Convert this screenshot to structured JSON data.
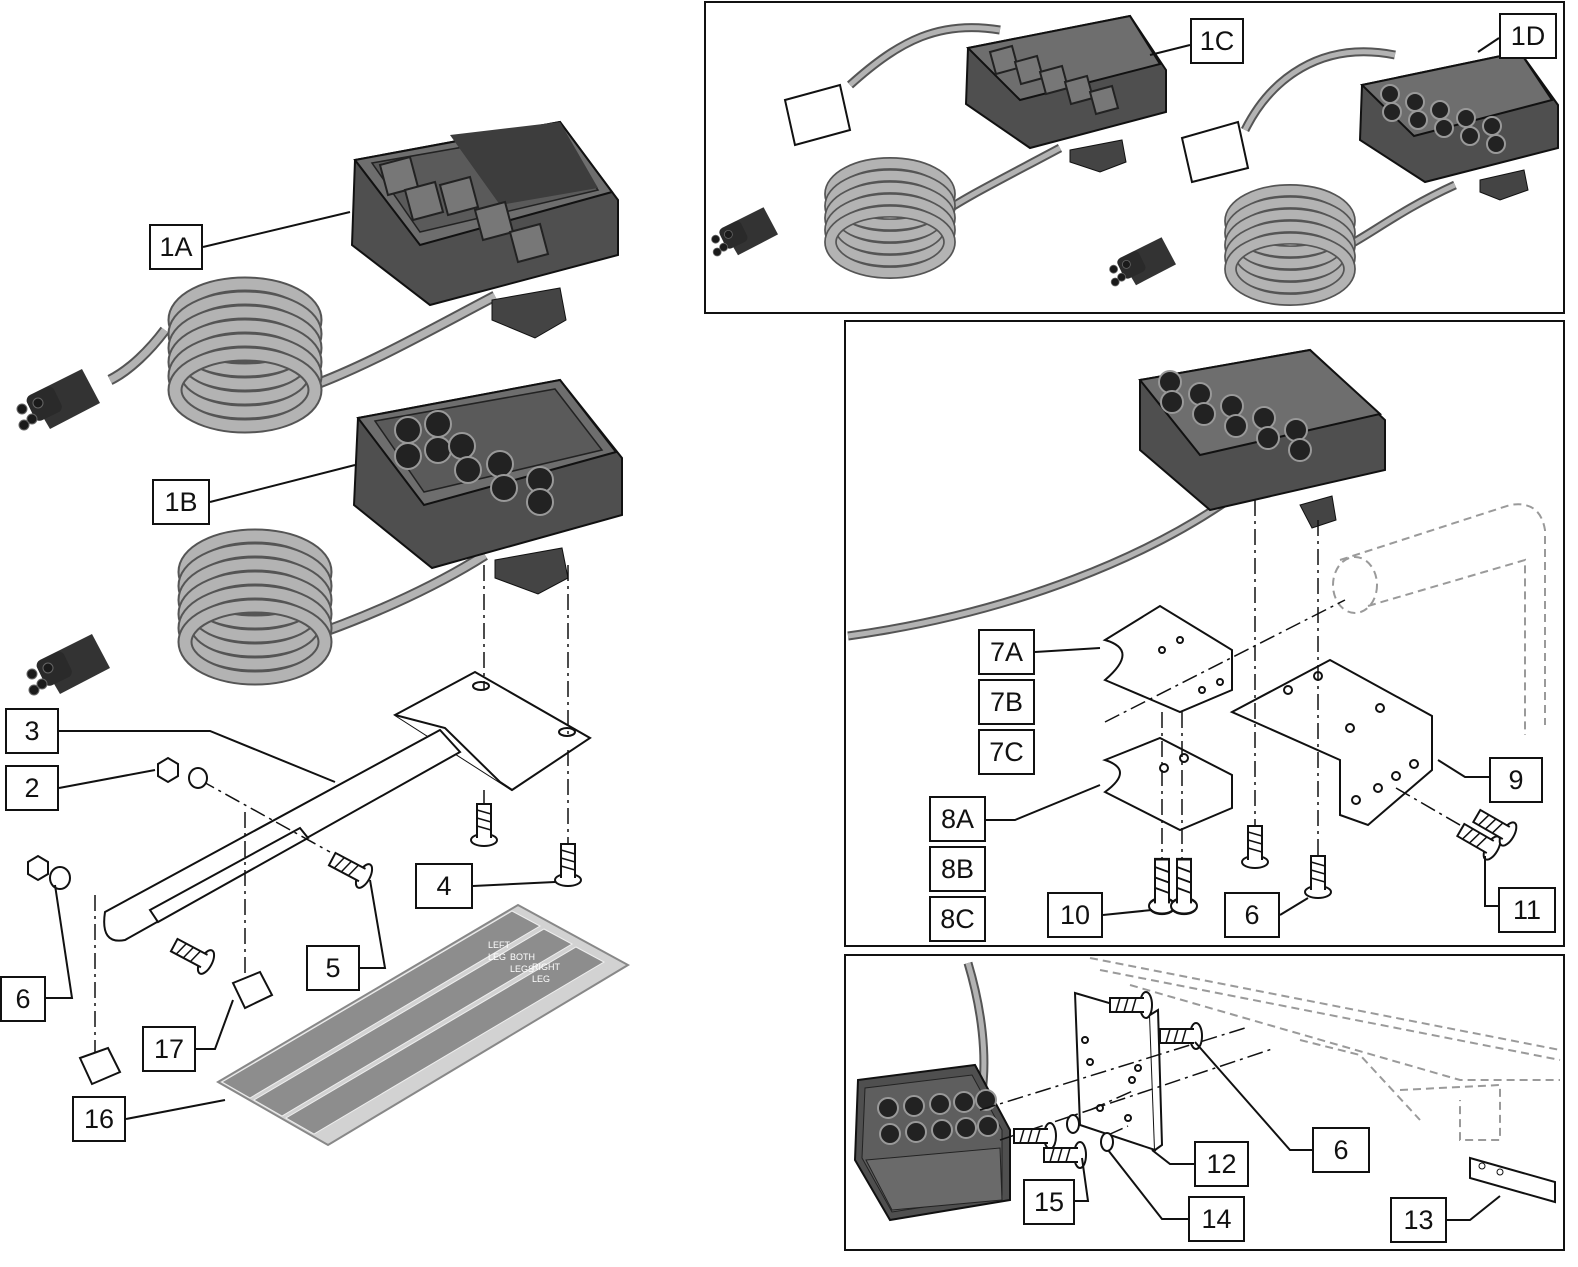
{
  "diagram": {
    "callouts": {
      "c1A": "1A",
      "c1B": "1B",
      "c1C": "1C",
      "c1D": "1D",
      "c2": "2",
      "c3": "3",
      "c4": "4",
      "c5": "5",
      "c6a": "6",
      "c16": "16",
      "c17": "17",
      "c7A": "7A",
      "c7B": "7B",
      "c7C": "7C",
      "c8A": "8A",
      "c8B": "8B",
      "c8C": "8C",
      "c9": "9",
      "c10": "10",
      "c6b": "6",
      "c11": "11",
      "c12": "12",
      "c13": "13",
      "c14": "14",
      "c15": "15",
      "c6c": "6"
    },
    "decal_text": {
      "l1": "LEFT",
      "l2": "LEG",
      "b1": "BOTH",
      "b2": "LEGS",
      "r1": "RIGHT",
      "r2": "LEG"
    },
    "colors": {
      "line": "#111111",
      "housing": "#5a5a5a",
      "housing_top": "#6e6e6e",
      "cable": "#a9a9a9",
      "cable_edge": "#555555",
      "connector": "#333333",
      "decal_sheet": "#d2d2d2",
      "decal_cell": "#8d8d8d",
      "dashed_part": "#9a9a9a"
    }
  }
}
